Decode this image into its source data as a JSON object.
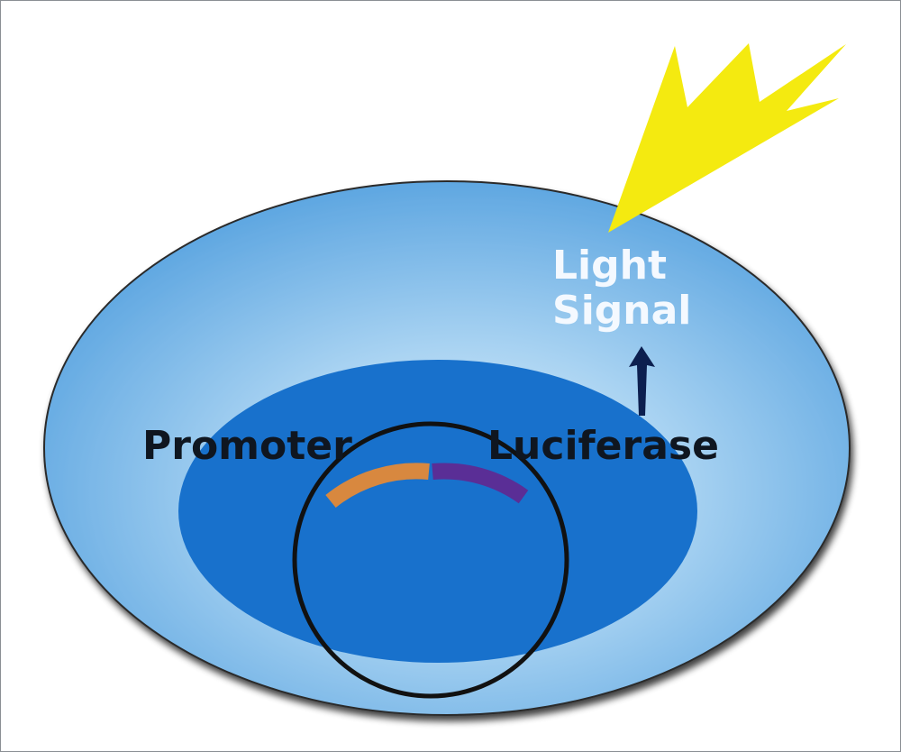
{
  "labels": {
    "promoter": "Promoter",
    "luciferase": "Luciferase",
    "light_line1": "Light",
    "light_line2": "Signal"
  },
  "colors": {
    "outer_cell": "#6aaee6",
    "outer_cell_center": "#d9ecfb",
    "nucleus": "#1871cc",
    "promoter_segment": "#d8883f",
    "luciferase_segment": "#5a2e96",
    "plasmid": "#111111",
    "arrow": "#0c1f4f",
    "light_burst": "#f4ea10"
  },
  "icons": {
    "arrow": "up-arrow-icon",
    "burst": "light-burst-icon"
  }
}
